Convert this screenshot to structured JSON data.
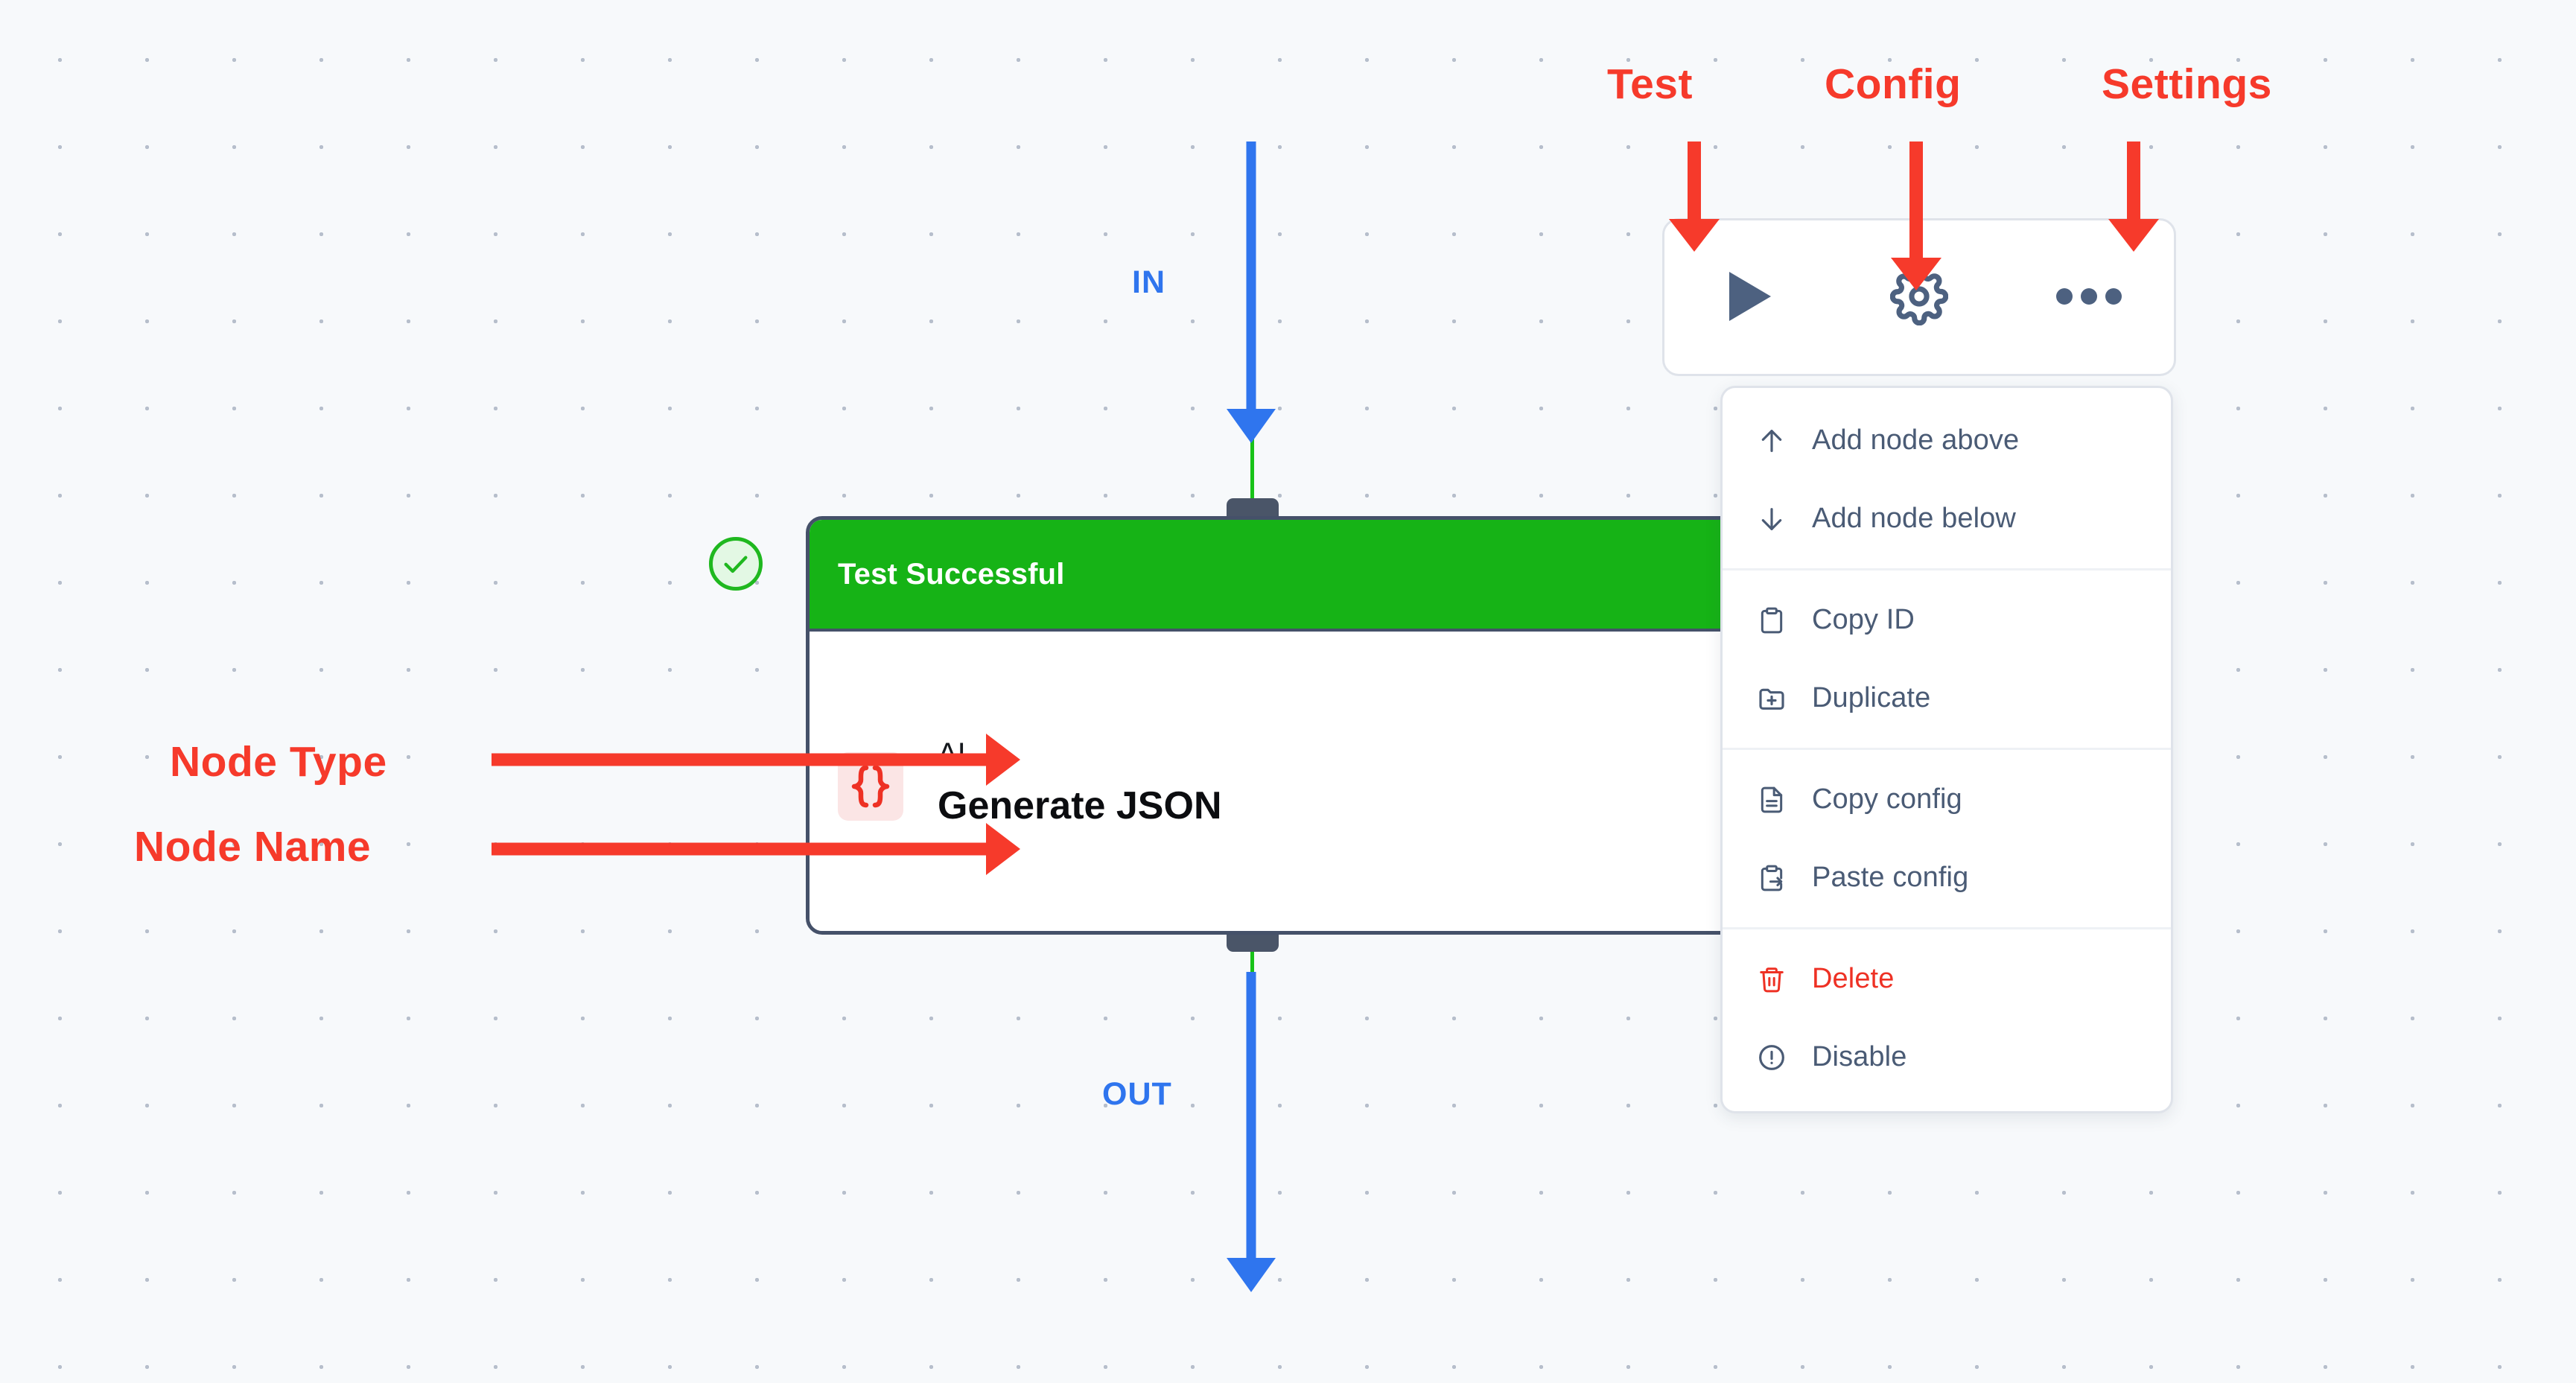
{
  "canvas": {
    "background_color": "#f7f9fb",
    "dot_color": "#b7bfcc"
  },
  "flow": {
    "in_label": "IN",
    "out_label": "OUT",
    "connection_color": "#18c318",
    "annotation_arrow_color": "#2f75ee"
  },
  "node": {
    "status_header": "Test Successful",
    "status_color": "#16b316",
    "type_label": "AI",
    "name": "Generate JSON",
    "icon_name": "curly-braces-icon",
    "icon_color": "#ee3124",
    "success_badge_icon": "check-circle-icon",
    "success_badge_color": "#1fb81f",
    "border_color": "#455169"
  },
  "toolbar": {
    "buttons": [
      {
        "name": "test",
        "icon": "play-icon",
        "annotation": "Test"
      },
      {
        "name": "config",
        "icon": "gear-icon",
        "annotation": "Config"
      },
      {
        "name": "settings",
        "icon": "ellipsis-icon",
        "annotation": "Settings"
      }
    ],
    "icon_color": "#4d6180"
  },
  "context_menu": {
    "groups": [
      {
        "items": [
          {
            "label": "Add node above",
            "icon": "arrow-up-icon",
            "danger": false
          },
          {
            "label": "Add node below",
            "icon": "arrow-down-icon",
            "danger": false
          }
        ]
      },
      {
        "items": [
          {
            "label": "Copy ID",
            "icon": "clipboard-icon",
            "danger": false
          },
          {
            "label": "Duplicate",
            "icon": "folder-plus-icon",
            "danger": false
          }
        ]
      },
      {
        "items": [
          {
            "label": "Copy config",
            "icon": "document-lines-icon",
            "danger": false
          },
          {
            "label": "Paste config",
            "icon": "clipboard-arrow-icon",
            "danger": false
          }
        ]
      },
      {
        "items": [
          {
            "label": "Delete",
            "icon": "trash-icon",
            "danger": true
          },
          {
            "label": "Disable",
            "icon": "alert-circle-icon",
            "danger": false
          }
        ]
      }
    ],
    "text_color": "#4a5b75",
    "danger_color": "#ee3124"
  },
  "annotations": {
    "color": "#f63a2b",
    "labels": [
      {
        "key": "node_type",
        "text": "Node Type"
      },
      {
        "key": "node_name",
        "text": "Node Name"
      },
      {
        "key": "test",
        "text": "Test"
      },
      {
        "key": "config",
        "text": "Config"
      },
      {
        "key": "settings",
        "text": "Settings"
      }
    ]
  }
}
